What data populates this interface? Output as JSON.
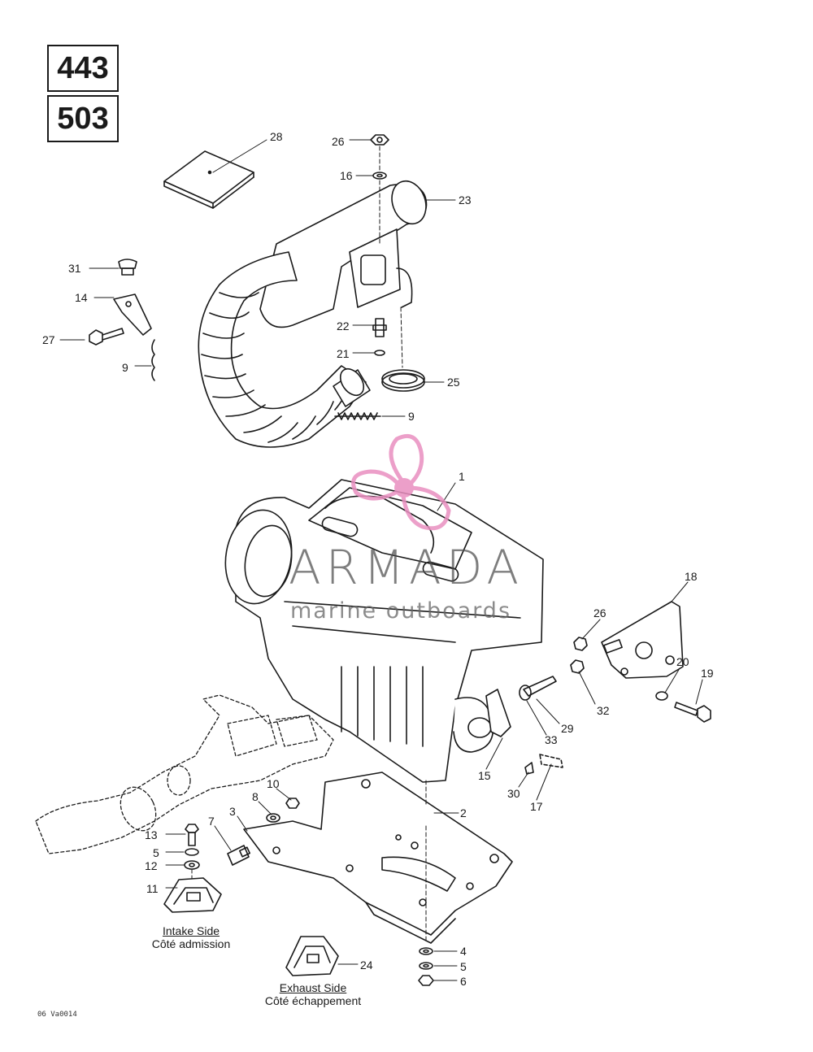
{
  "model_boxes": [
    "443",
    "503"
  ],
  "part_labels": [
    {
      "id": "l28",
      "text": "28"
    },
    {
      "id": "l26a",
      "text": "26"
    },
    {
      "id": "l16",
      "text": "16"
    },
    {
      "id": "l23",
      "text": "23"
    },
    {
      "id": "l31",
      "text": "31"
    },
    {
      "id": "l14",
      "text": "14"
    },
    {
      "id": "l27",
      "text": "27"
    },
    {
      "id": "l9a",
      "text": "9"
    },
    {
      "id": "l22",
      "text": "22"
    },
    {
      "id": "l21",
      "text": "21"
    },
    {
      "id": "l25",
      "text": "25"
    },
    {
      "id": "l9b",
      "text": "9"
    },
    {
      "id": "l1",
      "text": "1"
    },
    {
      "id": "l18",
      "text": "18"
    },
    {
      "id": "l26b",
      "text": "26"
    },
    {
      "id": "l20",
      "text": "20"
    },
    {
      "id": "l19",
      "text": "19"
    },
    {
      "id": "l32",
      "text": "32"
    },
    {
      "id": "l29",
      "text": "29"
    },
    {
      "id": "l33",
      "text": "33"
    },
    {
      "id": "l15",
      "text": "15"
    },
    {
      "id": "l30",
      "text": "30"
    },
    {
      "id": "l17",
      "text": "17"
    },
    {
      "id": "l2",
      "text": "2"
    },
    {
      "id": "l10",
      "text": "10"
    },
    {
      "id": "l8",
      "text": "8"
    },
    {
      "id": "l3",
      "text": "3"
    },
    {
      "id": "l7",
      "text": "7"
    },
    {
      "id": "l13",
      "text": "13"
    },
    {
      "id": "l5a",
      "text": "5"
    },
    {
      "id": "l12",
      "text": "12"
    },
    {
      "id": "l11",
      "text": "11"
    },
    {
      "id": "l4",
      "text": "4"
    },
    {
      "id": "l5b",
      "text": "5"
    },
    {
      "id": "l6",
      "text": "6"
    },
    {
      "id": "l24",
      "text": "24"
    }
  ],
  "captions": {
    "intake_en": "Intake Side",
    "intake_fr": "Côté admission",
    "exhaust_en": "Exhaust Side",
    "exhaust_fr": "Côté échappement"
  },
  "drawing_code": "06 Va0014",
  "watermark": {
    "brand": "ARMADA",
    "tagline": "marine outboards",
    "brand_color": "#e98fc0"
  }
}
